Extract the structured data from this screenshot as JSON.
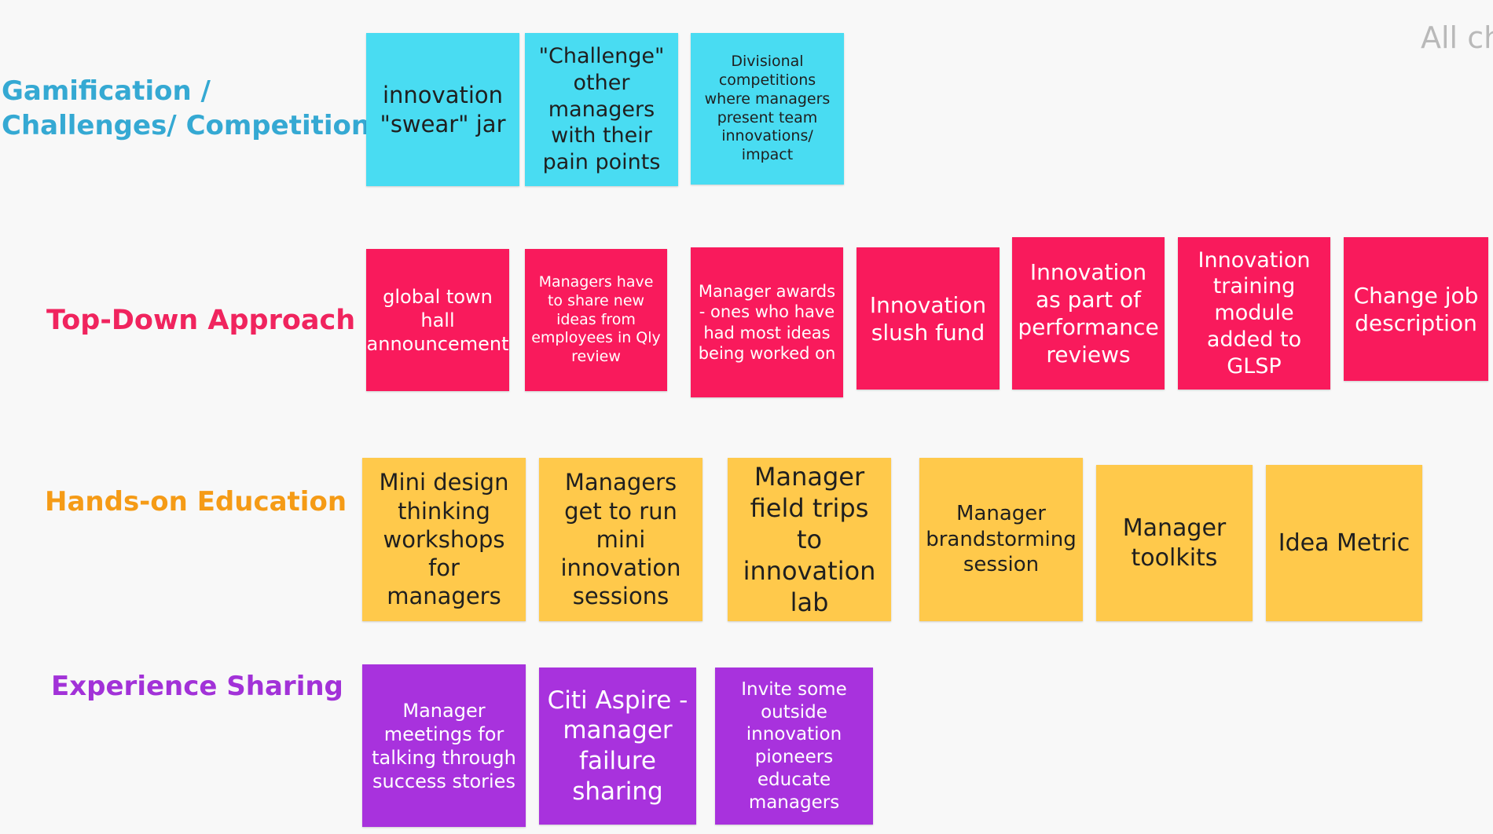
{
  "corner_text": "All ch",
  "colors": {
    "gamification": "#35a9d3",
    "top_down": "#f0245e",
    "education": "#f59b16",
    "experience": "#a232d8",
    "cyan_note": "#49dcf2",
    "pink_note": "#f91a5c",
    "yellow_note": "#ffc94b",
    "purple_note": "#a832dd"
  },
  "rows": {
    "gamification": {
      "label_line1": "Gamification /",
      "label_line2": "Challenges/ Competition",
      "notes": [
        "innovation \"swear\" jar",
        "\"Challenge\" other managers with their pain points",
        "Divisional competitions where managers present team innovations/ impact"
      ]
    },
    "top_down": {
      "label": "Top-Down Approach",
      "notes": [
        "global town hall announcement",
        "Managers have to share new ideas from employees in Qly review",
        "Manager awards - ones who have had most ideas being worked on",
        "Innovation slush fund",
        "Innovation as part of performance reviews",
        "Innovation training module added to GLSP",
        "Change job description"
      ]
    },
    "education": {
      "label": "Hands-on Education",
      "notes": [
        "Mini design thinking workshops for managers",
        "Managers get to run mini innovation sessions",
        "Manager field trips to innovation lab",
        "Manager brandstorming session",
        "Manager toolkits",
        "Idea Metric"
      ]
    },
    "experience": {
      "label": "Experience Sharing",
      "notes": [
        "Manager meetings for talking through success stories",
        "Citi Aspire - manager failure sharing",
        "Invite some outside innovation pioneers educate managers"
      ]
    }
  }
}
